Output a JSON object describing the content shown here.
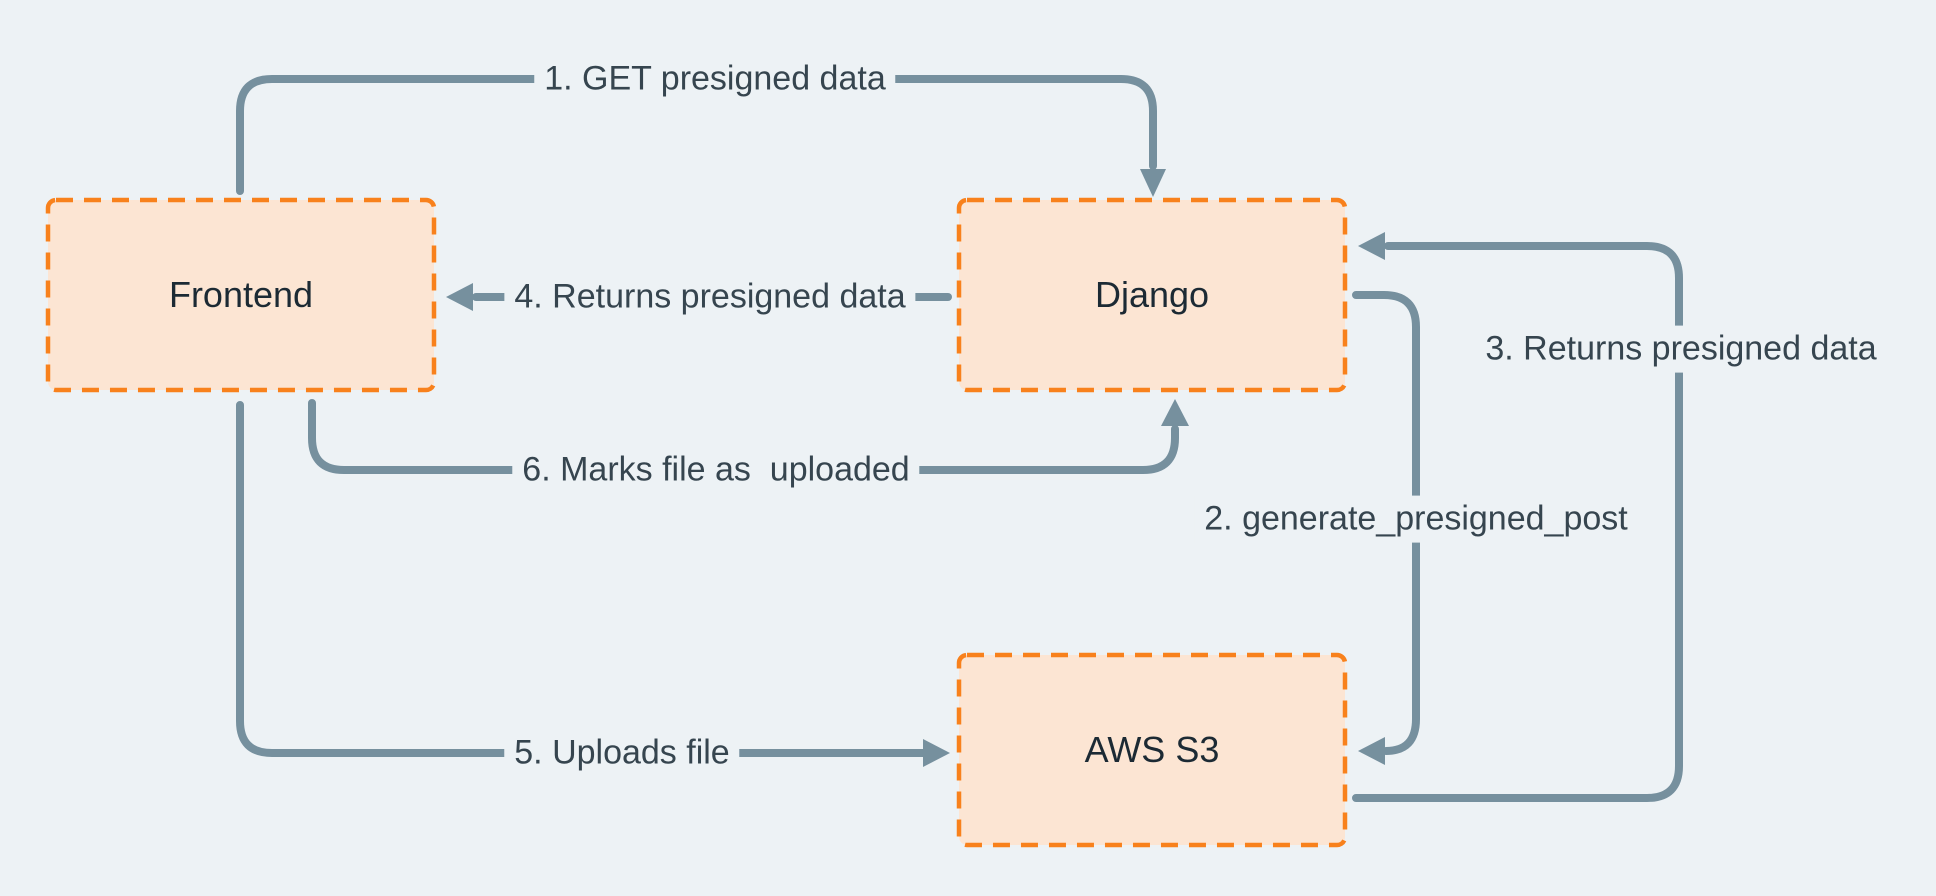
{
  "colors": {
    "background": "#edf2f5",
    "node_fill": "#fce5d3",
    "node_border": "#f8811c",
    "arrow": "#76909e",
    "edge_label_text": "#36454f",
    "node_label_text": "#1c2a34"
  },
  "nodes": {
    "frontend": {
      "label": "Frontend"
    },
    "django": {
      "label": "Django"
    },
    "aws_s3": {
      "label": "AWS S3"
    }
  },
  "edges": {
    "e1": {
      "label": "1. GET presigned data",
      "from": "Frontend",
      "to": "Django"
    },
    "e2": {
      "label": "2. generate_presigned_post",
      "from": "Django",
      "to": "AWS S3"
    },
    "e3": {
      "label": "3. Returns presigned data",
      "from": "AWS S3",
      "to": "Django"
    },
    "e4": {
      "label": "4. Returns presigned data",
      "from": "Django",
      "to": "Frontend"
    },
    "e5": {
      "label": "5. Uploads file",
      "from": "Frontend",
      "to": "AWS S3"
    },
    "e6": {
      "label": "6. Marks file as  uploaded",
      "from": "Frontend",
      "to": "Django"
    }
  }
}
